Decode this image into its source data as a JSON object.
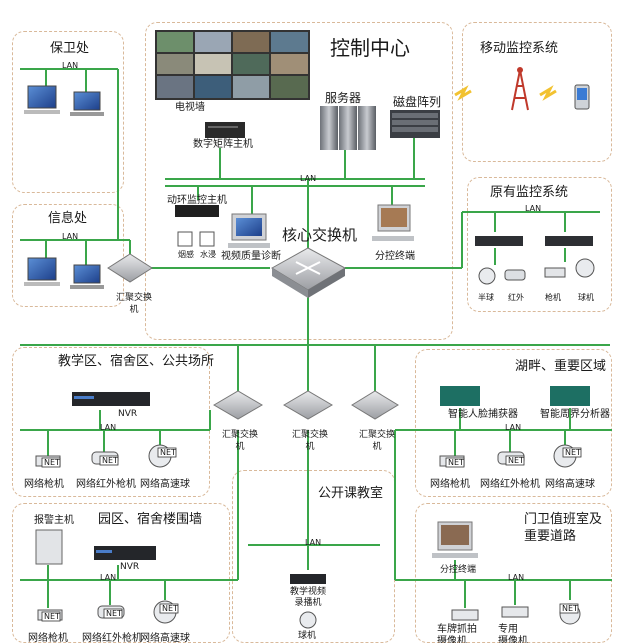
{
  "regions": {
    "security_office": "保卫处",
    "info_office": "信息处",
    "control_center": "控制中心",
    "mobile_monitor": "移动监控系统",
    "existing_monitor": "原有监控系统",
    "teaching_area": "教学区、宿舍区、公共场所",
    "lakeside_area": "湖畔、重要区域",
    "park_area": "园区、宿舍楼围墙",
    "open_classroom": "公开课教室",
    "gate_duty": "门卫值班室及\n重要道路"
  },
  "labels": {
    "lan": "LAN",
    "tv_wall": "电视墙",
    "digital_matrix": "数字矩阵主机",
    "server": "服务器",
    "disk_array": "磁盘阵列",
    "dynamic_env_host": "动环监控主机",
    "smoke": "烟感",
    "water": "水浸",
    "video_quality": "视频质量诊断",
    "core_switch": "核心交换机",
    "control_terminal": "分控终端",
    "agg_switch": "汇聚交换\n机",
    "agg_switch_b": "汇聚交换\n机",
    "hemisphere": "半球",
    "infrared": "红外",
    "gun": "枪机",
    "dome": "球机",
    "nvr": "NVR",
    "nvr_brand": "",
    "net": "NET",
    "network_gun": "网络枪机",
    "network_ir_gun": "网络红外枪机",
    "network_speed_dome": "网络高速球",
    "face_capture": "智能人脸捕获器",
    "perimeter_analyzer": "智能周界分析器",
    "alarm_host": "报警主机",
    "teaching_recorder": "教学视频\n录播机",
    "dome_short": "球机",
    "plate_capture": "车牌抓拍\n摄像机",
    "plate_capture_2": "专用\n摄像机",
    "control_terminal_2": "分控终端"
  },
  "colors": {
    "cable": "#3aa64a",
    "region_border": "#d9b99a",
    "title_text": "#1a1a1a",
    "accent_blue": "#1e4fa3",
    "signal_yellow": "#f2c230"
  }
}
